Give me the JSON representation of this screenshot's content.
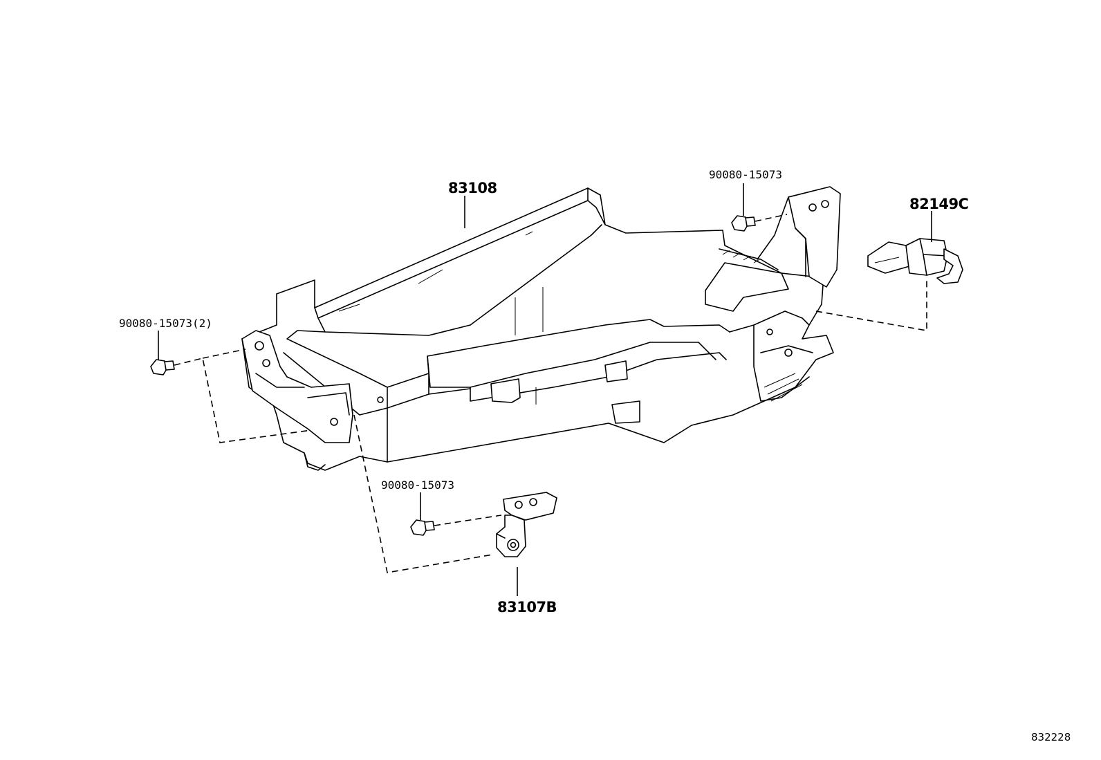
{
  "labels": {
    "main_unit": "83108",
    "bolt_top": "90080-15073",
    "connector": "82149C",
    "bolt_left": "90080-15073(2)",
    "bolt_bottom": "90080-15073",
    "bracket": "83107B",
    "diagram_ref": "832228"
  }
}
